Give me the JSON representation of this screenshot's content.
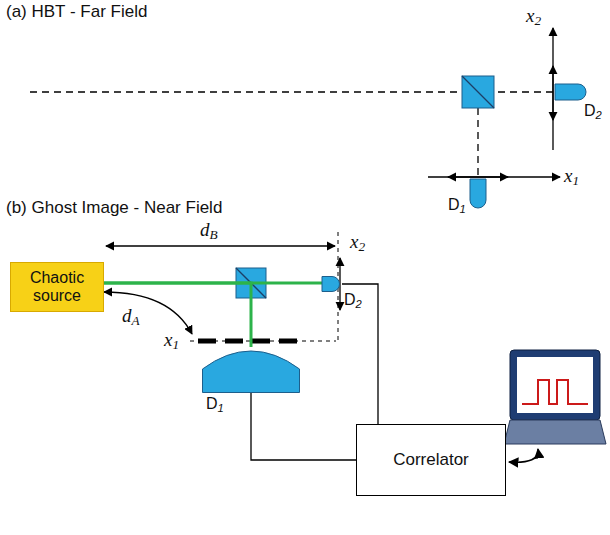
{
  "diagram": {
    "nodes": [
      {
        "text": [
          "Chaotic source"
        ]
      },
      {
        "text": [
          "D2"
        ]
      },
      {
        "text": [
          "D1"
        ]
      },
      {
        "text": [
          "Correlator"
        ]
      }
    ],
    "edges": [
      {
        "from": 0,
        "to": 1,
        "arrow": "none"
      },
      {
        "from": 0,
        "to": 2,
        "arrow": "none"
      },
      {
        "from": 1,
        "to": 3,
        "arrow": "none"
      },
      {
        "from": 2,
        "to": 3,
        "arrow": "none"
      }
    ],
    "labels": [
      "(a)  HBT - Far Field",
      "x2",
      "D2",
      "x1",
      "D1",
      "(b)  Ghost Image - Near Field",
      "dB",
      "x2",
      "dA",
      "x1"
    ]
  }
}
